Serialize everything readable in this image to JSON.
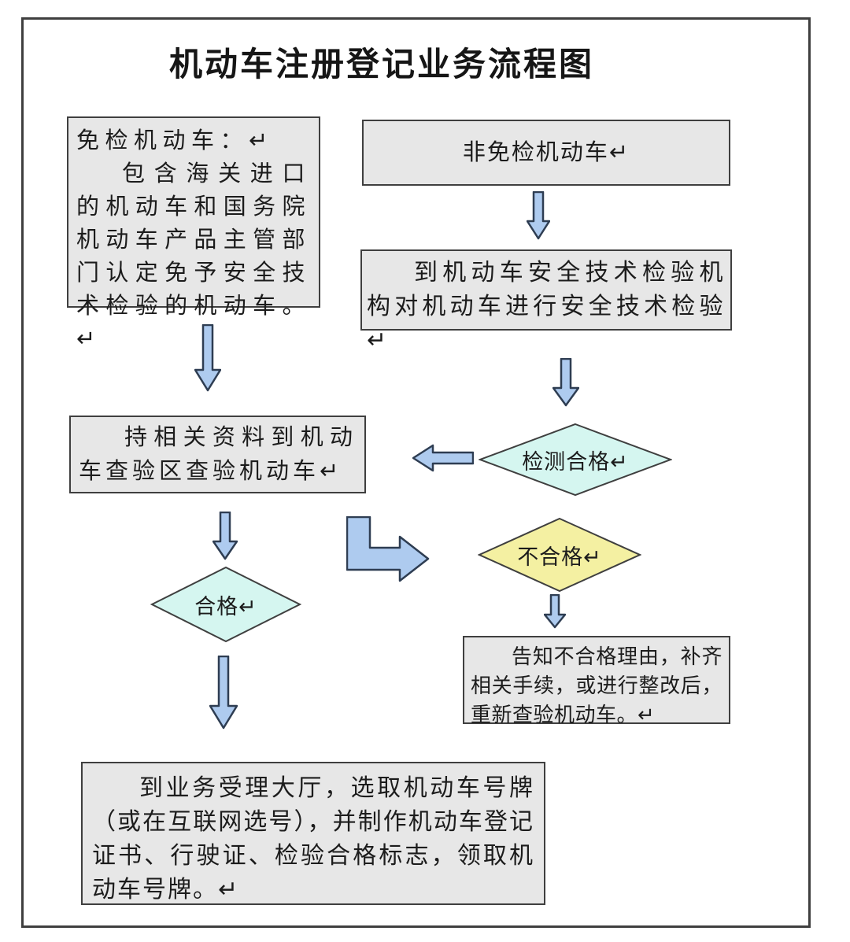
{
  "title": "机动车注册登记业务流程图",
  "colors": {
    "box_fill": "#e7e7e7",
    "box_border": "#3f3f3f",
    "diamond_cyan": "#d5f6f0",
    "diamond_yellow": "#f4f0a2",
    "arrow_fill": "#aecbef",
    "arrow_border": "#2e3d52"
  },
  "nodes": {
    "exempt": {
      "line1": "免检机动车：↵",
      "line2": "包含海关进口的机动车和国务院机动车产品主管部门认定免予安全技术检验的机动车。↵"
    },
    "non_exempt": {
      "text": "非免检机动车↵"
    },
    "inspection": {
      "text": "到机动车安全技术检验机构对机动车进行安全技术检验↵"
    },
    "materials": {
      "text": "持相关资料到机动车查验区查验机动车↵"
    },
    "test_result": {
      "text": "检测合格↵"
    },
    "pass": {
      "text": "合格↵"
    },
    "fail": {
      "text": "不合格↵"
    },
    "notify": {
      "text": "告知不合格理由，补齐相关手续，或进行整改后，重新查验机动车。↵"
    },
    "final": {
      "text": "到业务受理大厅，选取机动车号牌（或在互联网选号），并制作机动车登记证书、行驶证、检验合格标志，领取机动车号牌。↵"
    }
  }
}
